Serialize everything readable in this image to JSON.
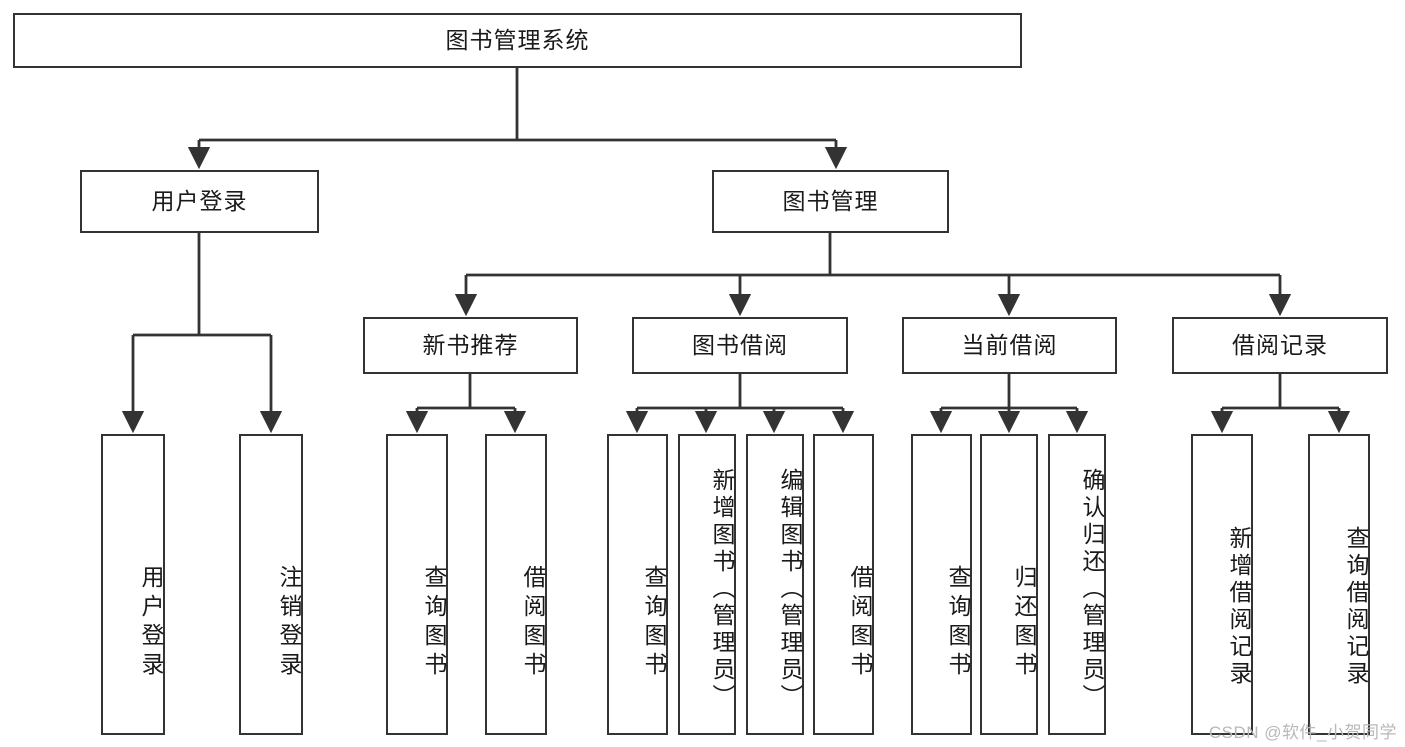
{
  "diagram": {
    "type": "tree-hierarchy",
    "title": "图书管理系统",
    "watermark": "CSDN @软件_小贺同学",
    "colors": {
      "box_stroke": "#333333",
      "box_fill": "#ffffff",
      "edge_stroke": "#333333",
      "text": "#1a1a1a",
      "watermark": "#b8b8b8",
      "background": "#ffffff"
    },
    "levels": {
      "root": {
        "label": "图书管理系统"
      },
      "level1": [
        {
          "id": "user-login",
          "label": "用户登录"
        },
        {
          "id": "book-management",
          "label": "图书管理"
        }
      ],
      "level2": [
        {
          "id": "new-book-recommend",
          "label": "新书推荐",
          "parent": "book-management"
        },
        {
          "id": "book-borrow",
          "label": "图书借阅",
          "parent": "book-management"
        },
        {
          "id": "current-borrow",
          "label": "当前借阅",
          "parent": "book-management"
        },
        {
          "id": "borrow-record",
          "label": "借阅记录",
          "parent": "book-management"
        }
      ],
      "leaves": {
        "user_login": [
          {
            "id": "leaf-user-login",
            "label": "用户登录"
          },
          {
            "id": "leaf-user-logout",
            "label": "注销登录"
          }
        ],
        "new_book_recommend": [
          {
            "id": "leaf-query-book-1",
            "label": "查询图书"
          },
          {
            "id": "leaf-borrow-book-1",
            "label": "借阅图书"
          }
        ],
        "book_borrow": [
          {
            "id": "leaf-query-book-2",
            "label": "查询图书"
          },
          {
            "id": "leaf-add-book",
            "label": "新增图书（管理员）"
          },
          {
            "id": "leaf-edit-book",
            "label": "编辑图书（管理员）"
          },
          {
            "id": "leaf-borrow-book-2",
            "label": "借阅图书"
          }
        ],
        "current_borrow": [
          {
            "id": "leaf-query-book-3",
            "label": "查询图书"
          },
          {
            "id": "leaf-return-book",
            "label": "归还图书"
          },
          {
            "id": "leaf-confirm-return",
            "label": "确认归还（管理员）"
          }
        ],
        "borrow_record": [
          {
            "id": "leaf-add-record",
            "label": "新增借阅记录"
          },
          {
            "id": "leaf-query-record",
            "label": "查询借阅记录"
          }
        ]
      }
    }
  }
}
